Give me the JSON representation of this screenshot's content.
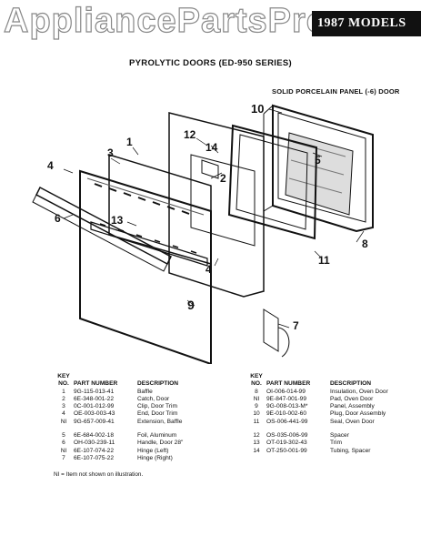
{
  "watermark": "AppliancePartsPros.com",
  "header_badge": "1987 MODELS",
  "title": "PYROLYTIC DOORS (ED-950 SERIES)",
  "subtitle": "SOLID PORCELAIN PANEL (-6) DOOR",
  "callouts": [
    "10",
    "12",
    "14",
    "3",
    "1",
    "4",
    "2",
    "5",
    "13",
    "6",
    "8",
    "11",
    "4",
    "9",
    "7"
  ],
  "legend": {
    "header_left": {
      "key_top": "KEY",
      "key": "NO.",
      "part": "PART NUMBER",
      "desc": "DESCRIPTION"
    },
    "header_right": {
      "key_top": "KEY",
      "key": "NO.",
      "part": "PART NUMBER",
      "desc": "DESCRIPTION"
    },
    "left_rows": [
      {
        "key": "1",
        "part": "9G-115-013-41",
        "desc": "Baffle"
      },
      {
        "key": "2",
        "part": "6E-348-001-22",
        "desc": "Catch, Door"
      },
      {
        "key": "3",
        "part": "0C-001-012-99",
        "desc": "Clip, Door Trim"
      },
      {
        "key": "4",
        "part": "OE-003-003-43",
        "desc": "End, Door Trim"
      },
      {
        "key": "NI",
        "part": "9G-657-009-41",
        "desc": "Extension, Baffle"
      }
    ],
    "left_rows_2": [
      {
        "key": "5",
        "part": "6E-684-002-18",
        "desc": "Foil, Aluminum"
      },
      {
        "key": "6",
        "part": "OH-030-239-11",
        "desc": "Handle, Door 28\""
      },
      {
        "key": "NI",
        "part": "6E-107-074-22",
        "desc": "Hinge (Left)"
      },
      {
        "key": "7",
        "part": "6E-107-075-22",
        "desc": "Hinge (Right)"
      }
    ],
    "right_rows": [
      {
        "key": "8",
        "part": "OI-006-014-99",
        "desc": "Insulation, Oven Door"
      },
      {
        "key": "NI",
        "part": "9E-847-001-99",
        "desc": "Pad, Oven Door"
      },
      {
        "key": "9",
        "part": "9G-008-013-M*",
        "desc": "Panel, Assembly"
      },
      {
        "key": "10",
        "part": "9E-010-002-60",
        "desc": "Plug, Door Assembly"
      },
      {
        "key": "11",
        "part": "OS-006-441-99",
        "desc": "Seal, Oven Door"
      }
    ],
    "right_rows_2": [
      {
        "key": "12",
        "part": "OS-035-006-99",
        "desc": "Spacer"
      },
      {
        "key": "13",
        "part": "OT-019-302-43",
        "desc": "Trim"
      },
      {
        "key": "14",
        "part": "OT-250-001-99",
        "desc": "Tubing, Spacer"
      }
    ]
  },
  "note": "NI = Item not shown on illustration."
}
